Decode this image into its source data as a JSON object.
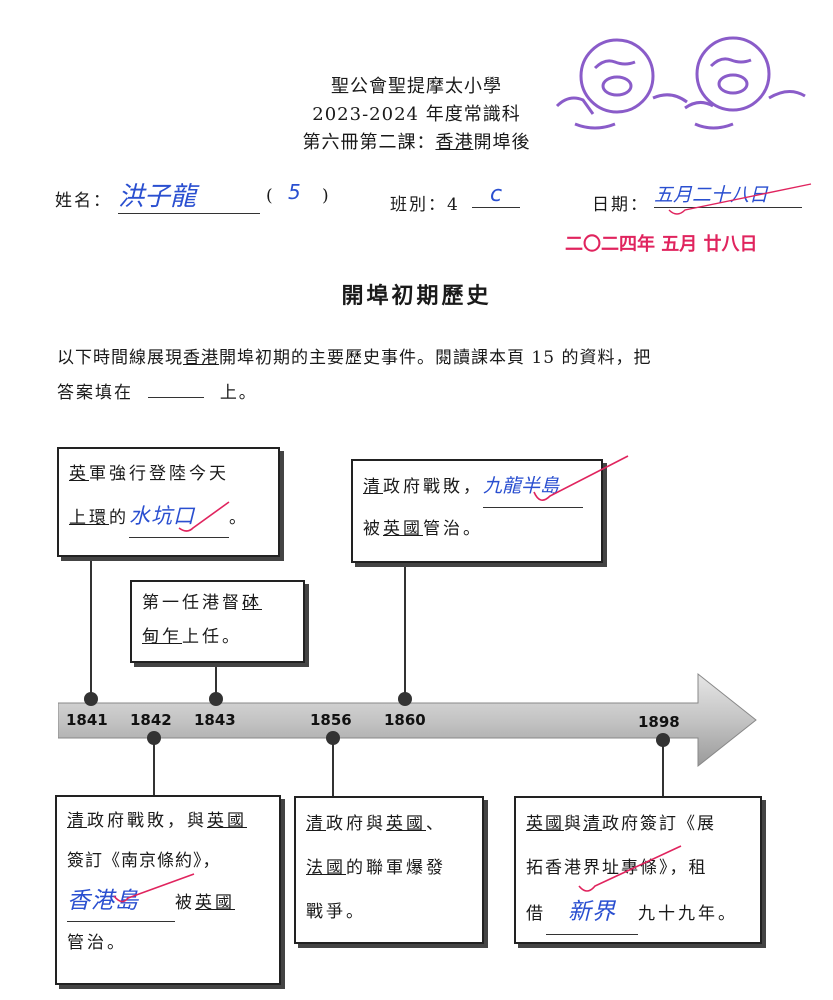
{
  "header": {
    "school": "聖公會聖提摩太小學",
    "year": "2023-2024 年度常識科",
    "lesson_prefix": "第六冊第二課：",
    "lesson_topic": "香港",
    "lesson_suffix": "開埠後"
  },
  "student": {
    "name_label": "姓名：",
    "name_value": "洪子龍",
    "number_open": "(",
    "number_value": "5",
    "number_close": ")",
    "class_label": "班別：4",
    "class_value": "c",
    "date_label": "日期：",
    "date_value": "五月二十八日",
    "teacher_date": "二〇二四年 五月 廿八日"
  },
  "title": "開埠初期歷史",
  "instructions": {
    "line1_pre": "以下時間線展現",
    "line1_u": "香港",
    "line1_post": "開埠初期的主要歷史事件。閱讀課本頁 15 的資料，把",
    "line2_pre": "答案填在",
    "line2_post": "上。"
  },
  "timeline": {
    "years": [
      "1841",
      "1842",
      "1843",
      "1856",
      "1860",
      "1898"
    ],
    "colors": {
      "arrow": "#b5b5b5",
      "handwriting": "#2a4fd0",
      "teacher_red": "#e0245e",
      "stamp": "#8a5cc9"
    }
  },
  "events": {
    "e1841": {
      "l1_u": "英",
      "l1": "軍強行登陸今天",
      "l2_u": "上環",
      "l2": "的",
      "answer": "水坑口",
      "end": "。"
    },
    "e1843": {
      "l1": "第一任港督",
      "l1_u": "砵",
      "l2_u": "甸乍",
      "l2": "上任。"
    },
    "e1860": {
      "l1_u": "清",
      "l1": "政府戰敗，",
      "answer": "九龍半島",
      "l2": "被",
      "l2_u": "英國",
      "l2_post": "管治。"
    },
    "e1842": {
      "l1_u": "清",
      "l1": "政府戰敗，與",
      "l1_u2": "英國",
      "l2": "簽訂《南京條約》，",
      "answer": "香港島",
      "l3": "被",
      "l3_u": "英國",
      "l4": "管治。"
    },
    "e1856": {
      "l1_u": "清",
      "l1": "政府與",
      "l1_u2": "英國",
      "l1_post": "、",
      "l2_u": "法國",
      "l2": "的聯軍爆發",
      "l3": "戰爭。"
    },
    "e1898": {
      "l1_u": "英國",
      "l1": "與",
      "l1_u2": "清",
      "l1_post": "政府簽訂《展",
      "l2": "拓香港界址專條》，租",
      "l3": "借",
      "answer": "新界",
      "l3_post": "九十九年。"
    }
  }
}
